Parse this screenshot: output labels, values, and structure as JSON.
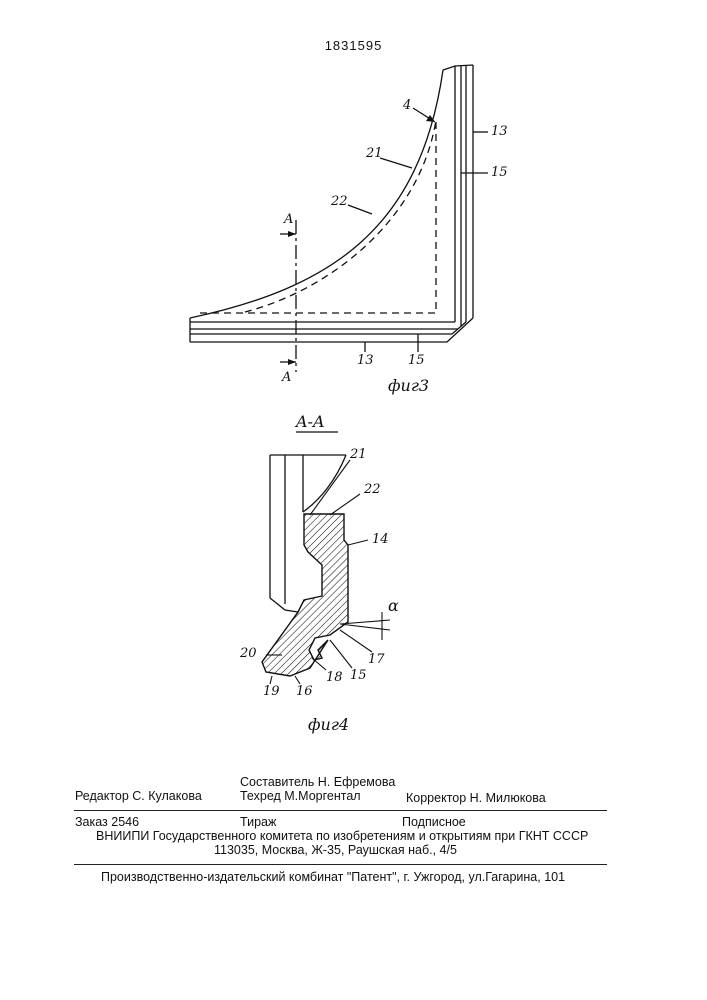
{
  "document": {
    "number": "1831595"
  },
  "figure3": {
    "caption": "фиг3",
    "section_mark_top": "A",
    "section_mark_bottom": "A",
    "labels": [
      "4",
      "13",
      "15",
      "21",
      "22",
      "13",
      "15"
    ]
  },
  "figure4": {
    "section_title": "A-A",
    "caption": "фиг4",
    "labels": [
      "21",
      "22",
      "14",
      "α",
      "17",
      "15",
      "20",
      "18",
      "19",
      "16"
    ]
  },
  "footer": {
    "editor": "Редактор  С. Кулакова",
    "compiler": "Составитель  Н. Ефремова",
    "techred": "Техред М.Моргентал",
    "corrector": "Корректор  Н. Милюкова",
    "order": "Заказ  2546",
    "circulation": "Тираж",
    "subscription": "Подписное",
    "org": "ВНИИПИ Государственного комитета по изобретениям и открытиям при ГКНТ СССР",
    "address": "113035, Москва, Ж-35, Раушская наб., 4/5",
    "publisher": "Производственно-издательский комбинат \"Патент\", г. Ужгород, ул.Гагарина, 101"
  }
}
